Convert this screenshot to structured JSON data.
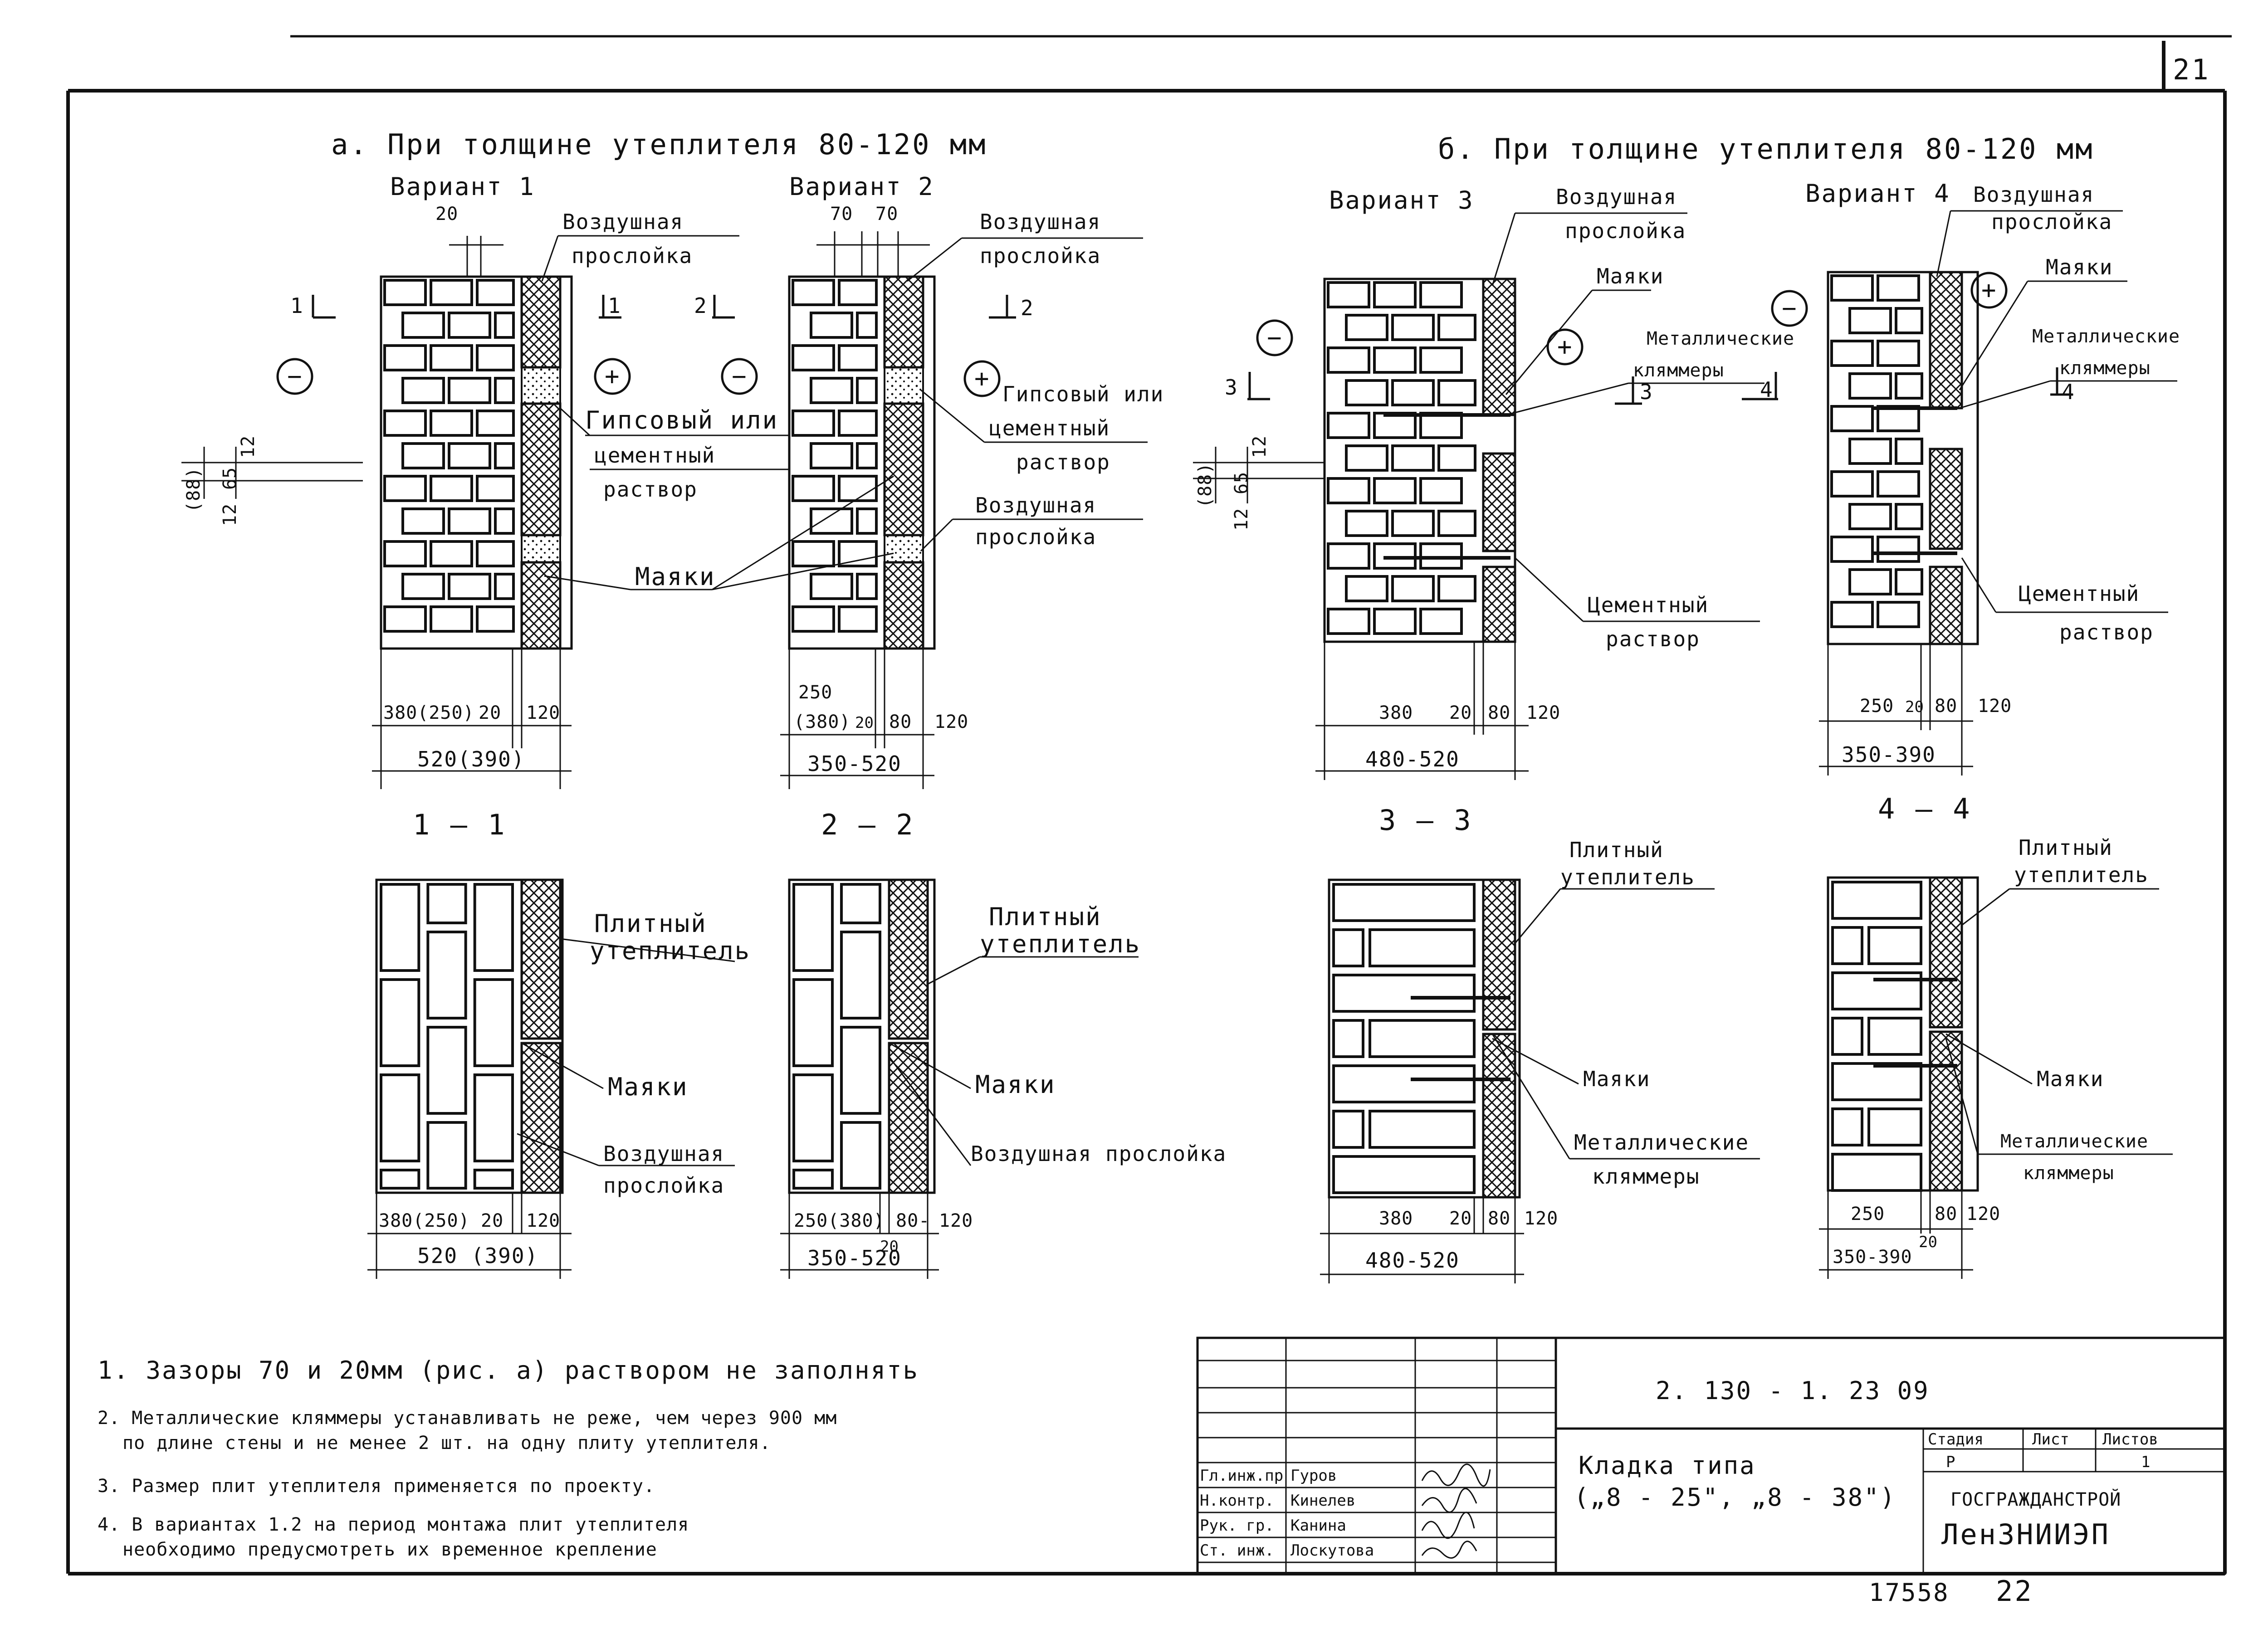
{
  "sheet": {
    "page_number": "21",
    "bottom_number": "22",
    "inventory_number": "17558"
  },
  "section_a": {
    "title": "а. При толщине утеплителя 80-120 мм",
    "variant1": "Вариант 1",
    "variant2": "Вариант 2",
    "dim_20": "20",
    "dim_70": "70",
    "dim_70b": "70",
    "labels": {
      "air_gap_1": "Воздушная",
      "air_gap_1b": "прослойка",
      "air_gap_2": "Воздушная",
      "air_gap_2b": "прослойка",
      "plaster": "Гипсовый или",
      "plaster_b": "цементный",
      "plaster_c": "раствор",
      "plaster2": "Гипсовый или",
      "plaster2_b": "цементный",
      "plaster2_c": "раствор",
      "air_gap_3": "Воздушная",
      "air_gap_3b": "прослойка",
      "beacons": "Маяки"
    },
    "side_dims": [
      "(88)",
      "12",
      "65",
      "12"
    ],
    "cut1": "1",
    "cut2": "2",
    "minus": "−",
    "plus": "+",
    "v1_bottom": [
      "380(250)",
      "20",
      "120"
    ],
    "v1_total": "520(390)",
    "v2_bottom": [
      "250",
      "(380)",
      "20",
      "80",
      "120"
    ],
    "v2_total": "350-520",
    "section_1_1": "1 — 1",
    "section_2_2": "2 — 2",
    "s11_labels": [
      "Плитный",
      "утеплитель",
      "Маяки",
      "Воздушная",
      "прослойка"
    ],
    "s11_bottom": [
      "380(250)",
      "20",
      "120"
    ],
    "s11_total": "520 (390)",
    "s22_labels": [
      "Плитный",
      "утеплитель",
      "Маяки",
      "Воздушная прослойка"
    ],
    "s22_bottom": [
      "250(380)",
      "80-",
      "120"
    ],
    "s22_total": "350-520",
    "s22_sup": "20"
  },
  "section_b": {
    "title": "б. При толщине утеплителя 80-120 мм",
    "variant3": "Вариант 3",
    "variant4": "Вариант 4",
    "labels_v3": [
      "Воздушная",
      "прослойка",
      "Маяки",
      "Металлические",
      "кляммеры",
      "Цементный",
      "раствор"
    ],
    "labels_v4": [
      "Воздушная",
      "прослойка",
      "Маяки",
      "Металлические",
      "кляммеры",
      "Цементный",
      "раствор"
    ],
    "side_dims": [
      "(88)",
      "12",
      "65",
      "12"
    ],
    "cut3": "3",
    "cut4": "4",
    "v3_bottom": [
      "380",
      "20",
      "80",
      "120"
    ],
    "v3_total": "480-520",
    "v4_bottom": [
      "250",
      "20",
      "80",
      "120"
    ],
    "v4_total": "350-390",
    "section_3_3": "3 — 3",
    "section_4_4": "4 — 4",
    "s33_labels": [
      "Плитный",
      "утеплитель",
      "Маяки",
      "Металлические",
      "кляммеры"
    ],
    "s33_bottom": [
      "380",
      "20",
      "80",
      "120"
    ],
    "s33_total": "480-520",
    "s44_labels": [
      "Плитный",
      "утеплитель",
      "Маяки",
      "Металлические",
      "кляммеры"
    ],
    "s44_bottom": [
      "250",
      "80",
      "120"
    ],
    "s44_total": "350-390",
    "s44_sup": "20"
  },
  "notes": [
    "1. Зазоры 70 и 20мм (рис. а) раствором не заполнять",
    "2. Металлические кляммеры устанавливать не реже, чем через 900 мм",
    "по длине стены и не менее 2 шт. на одну плиту утеплителя.",
    "3. Размер плит утеплителя применяется по проекту.",
    "4. В вариантах 1.2 на период монтажа плит утеплителя",
    "необходимо предусмотреть их временное крепление"
  ],
  "title_block": {
    "doc_code": "2. 130 - 1. 23   09",
    "title_line1": "Кладка типа",
    "title_line2": "(„8 - 25\",  „8 - 38\")",
    "stage_header": "Стадия",
    "sheet_header": "Лист",
    "sheets_header": "Листов",
    "stage_value": "Р",
    "sheet_value": "1",
    "org1": "ГОСГРАЖДАНСТРОЙ",
    "org2": "ЛенЗНИИЭП",
    "people": [
      {
        "role": "Гл.инж.пр",
        "name": "Гуров"
      },
      {
        "role": "Н.контр.",
        "name": "Кинелев"
      },
      {
        "role": "Рук. гр.",
        "name": "Канина"
      },
      {
        "role": "Ст. инж.",
        "name": "Лоскутова"
      }
    ]
  }
}
